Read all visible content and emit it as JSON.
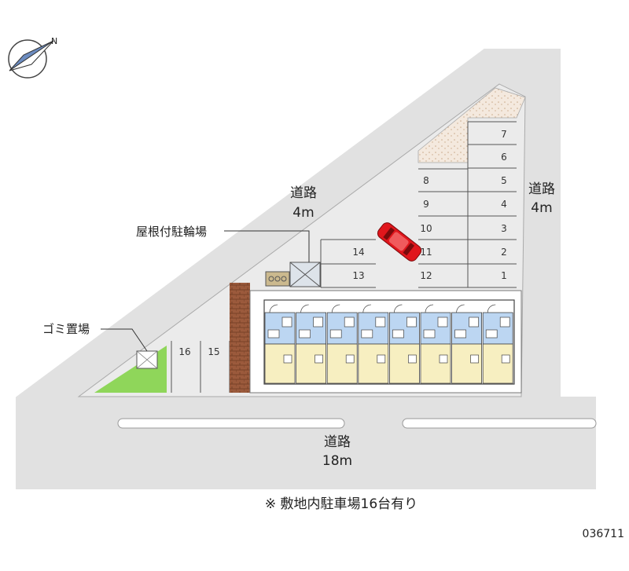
{
  "roads": {
    "diagonal": {
      "name": "道路",
      "width": "4m"
    },
    "right": {
      "name": "道路",
      "width": "4m"
    },
    "bottom": {
      "name": "道路",
      "width": "18m"
    }
  },
  "facilities": {
    "bike_parking": "屋根付駐輪場",
    "garbage": "ゴミ置場"
  },
  "parking_spaces": {
    "right_column": [
      "7",
      "6",
      "5",
      "4",
      "3",
      "2",
      "1"
    ],
    "left_column": [
      "8",
      "9",
      "10",
      "11",
      "12"
    ],
    "upper_left": [
      "14",
      "13"
    ],
    "bottom": [
      "16",
      "15"
    ]
  },
  "compass": {
    "north_label": "N"
  },
  "note": "※ 敷地内駐車場16台有り",
  "code": "036711",
  "colors": {
    "road": "#e1e1e1",
    "lot": "#ebebeb",
    "green": "#8fd65a",
    "sand": "#f4e9de",
    "brick": "#9b5a3c",
    "unit_blue": "#bcd6f2",
    "unit_yellow": "#f7efc1",
    "car": "#e0161c"
  }
}
